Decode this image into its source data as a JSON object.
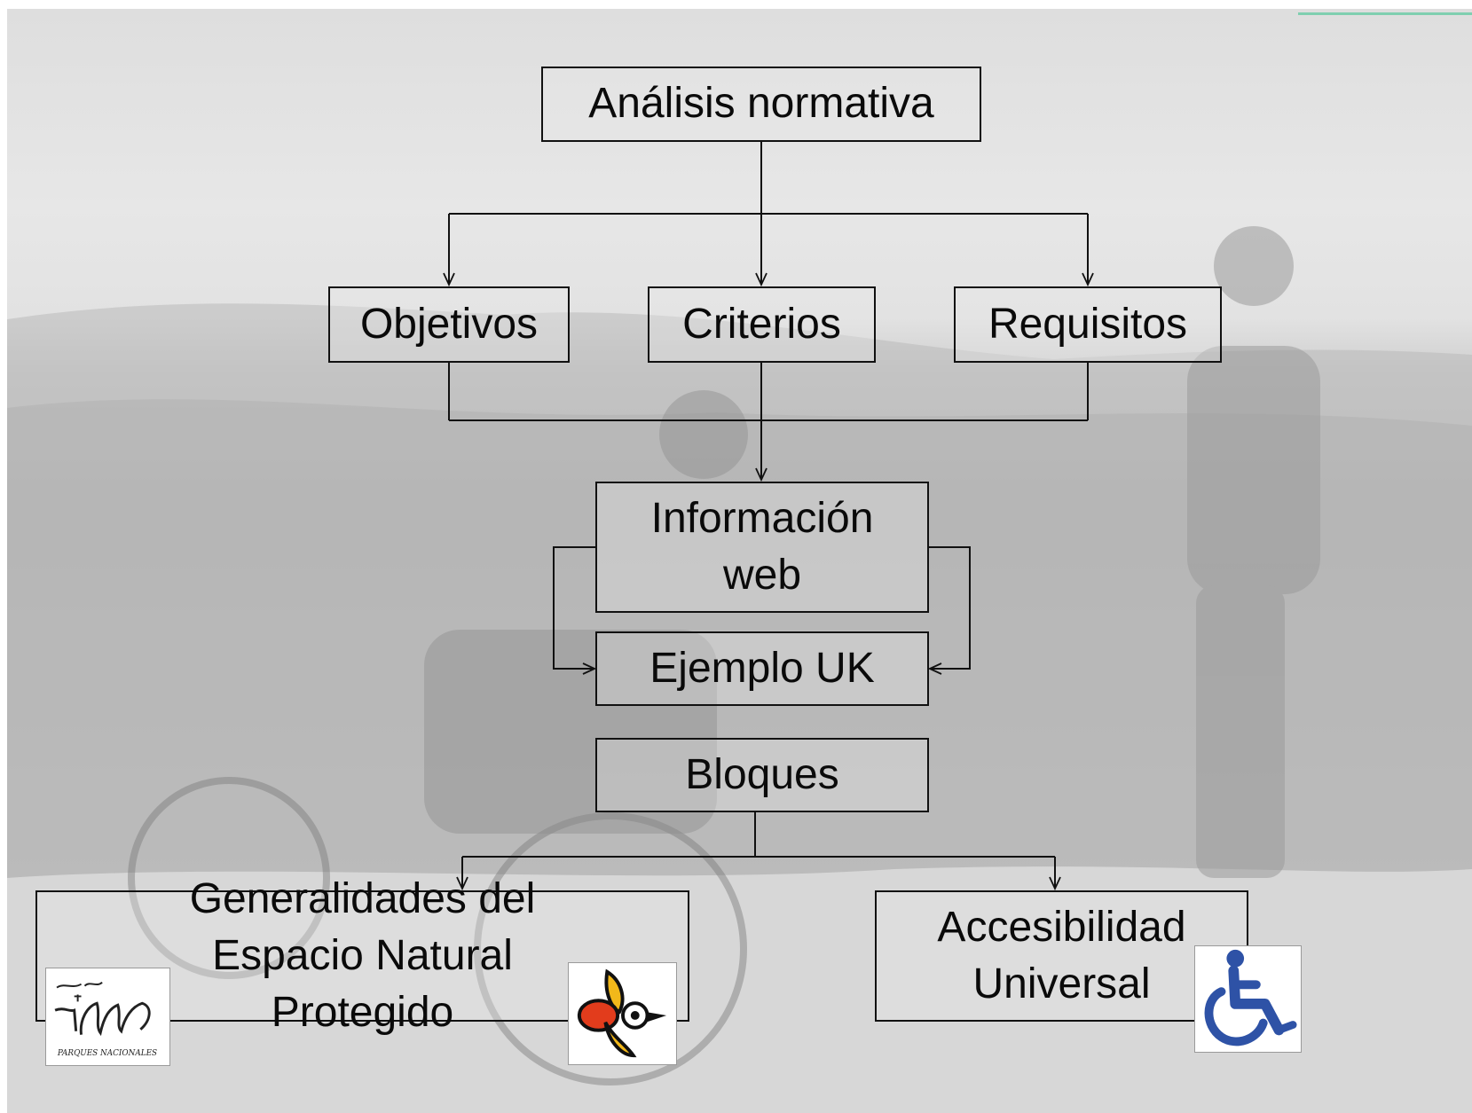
{
  "diagram": {
    "root": "Análisis normativa",
    "level2": [
      "Objetivos",
      "Criterios",
      "Requisitos"
    ],
    "info_web": "Información web",
    "ejemplo": "Ejemplo UK",
    "bloques": "Bloques",
    "generalidades": "Generalidades del Espacio Natural Protegido",
    "accesibilidad": "Accesibilidad Universal"
  },
  "logos": {
    "parques": {
      "text": "PARQUES NACIONALES",
      "icon": "parques-nacionales-logo"
    },
    "bird": {
      "icon": "bird-logo"
    },
    "wheelchair": {
      "icon": "wheelchair-accessibility-icon",
      "color": "#2e52a6"
    }
  },
  "colors": {
    "accent_line": "#7fcfb0",
    "box_border": "#111111",
    "wheelchair_blue": "#2e52a6"
  }
}
